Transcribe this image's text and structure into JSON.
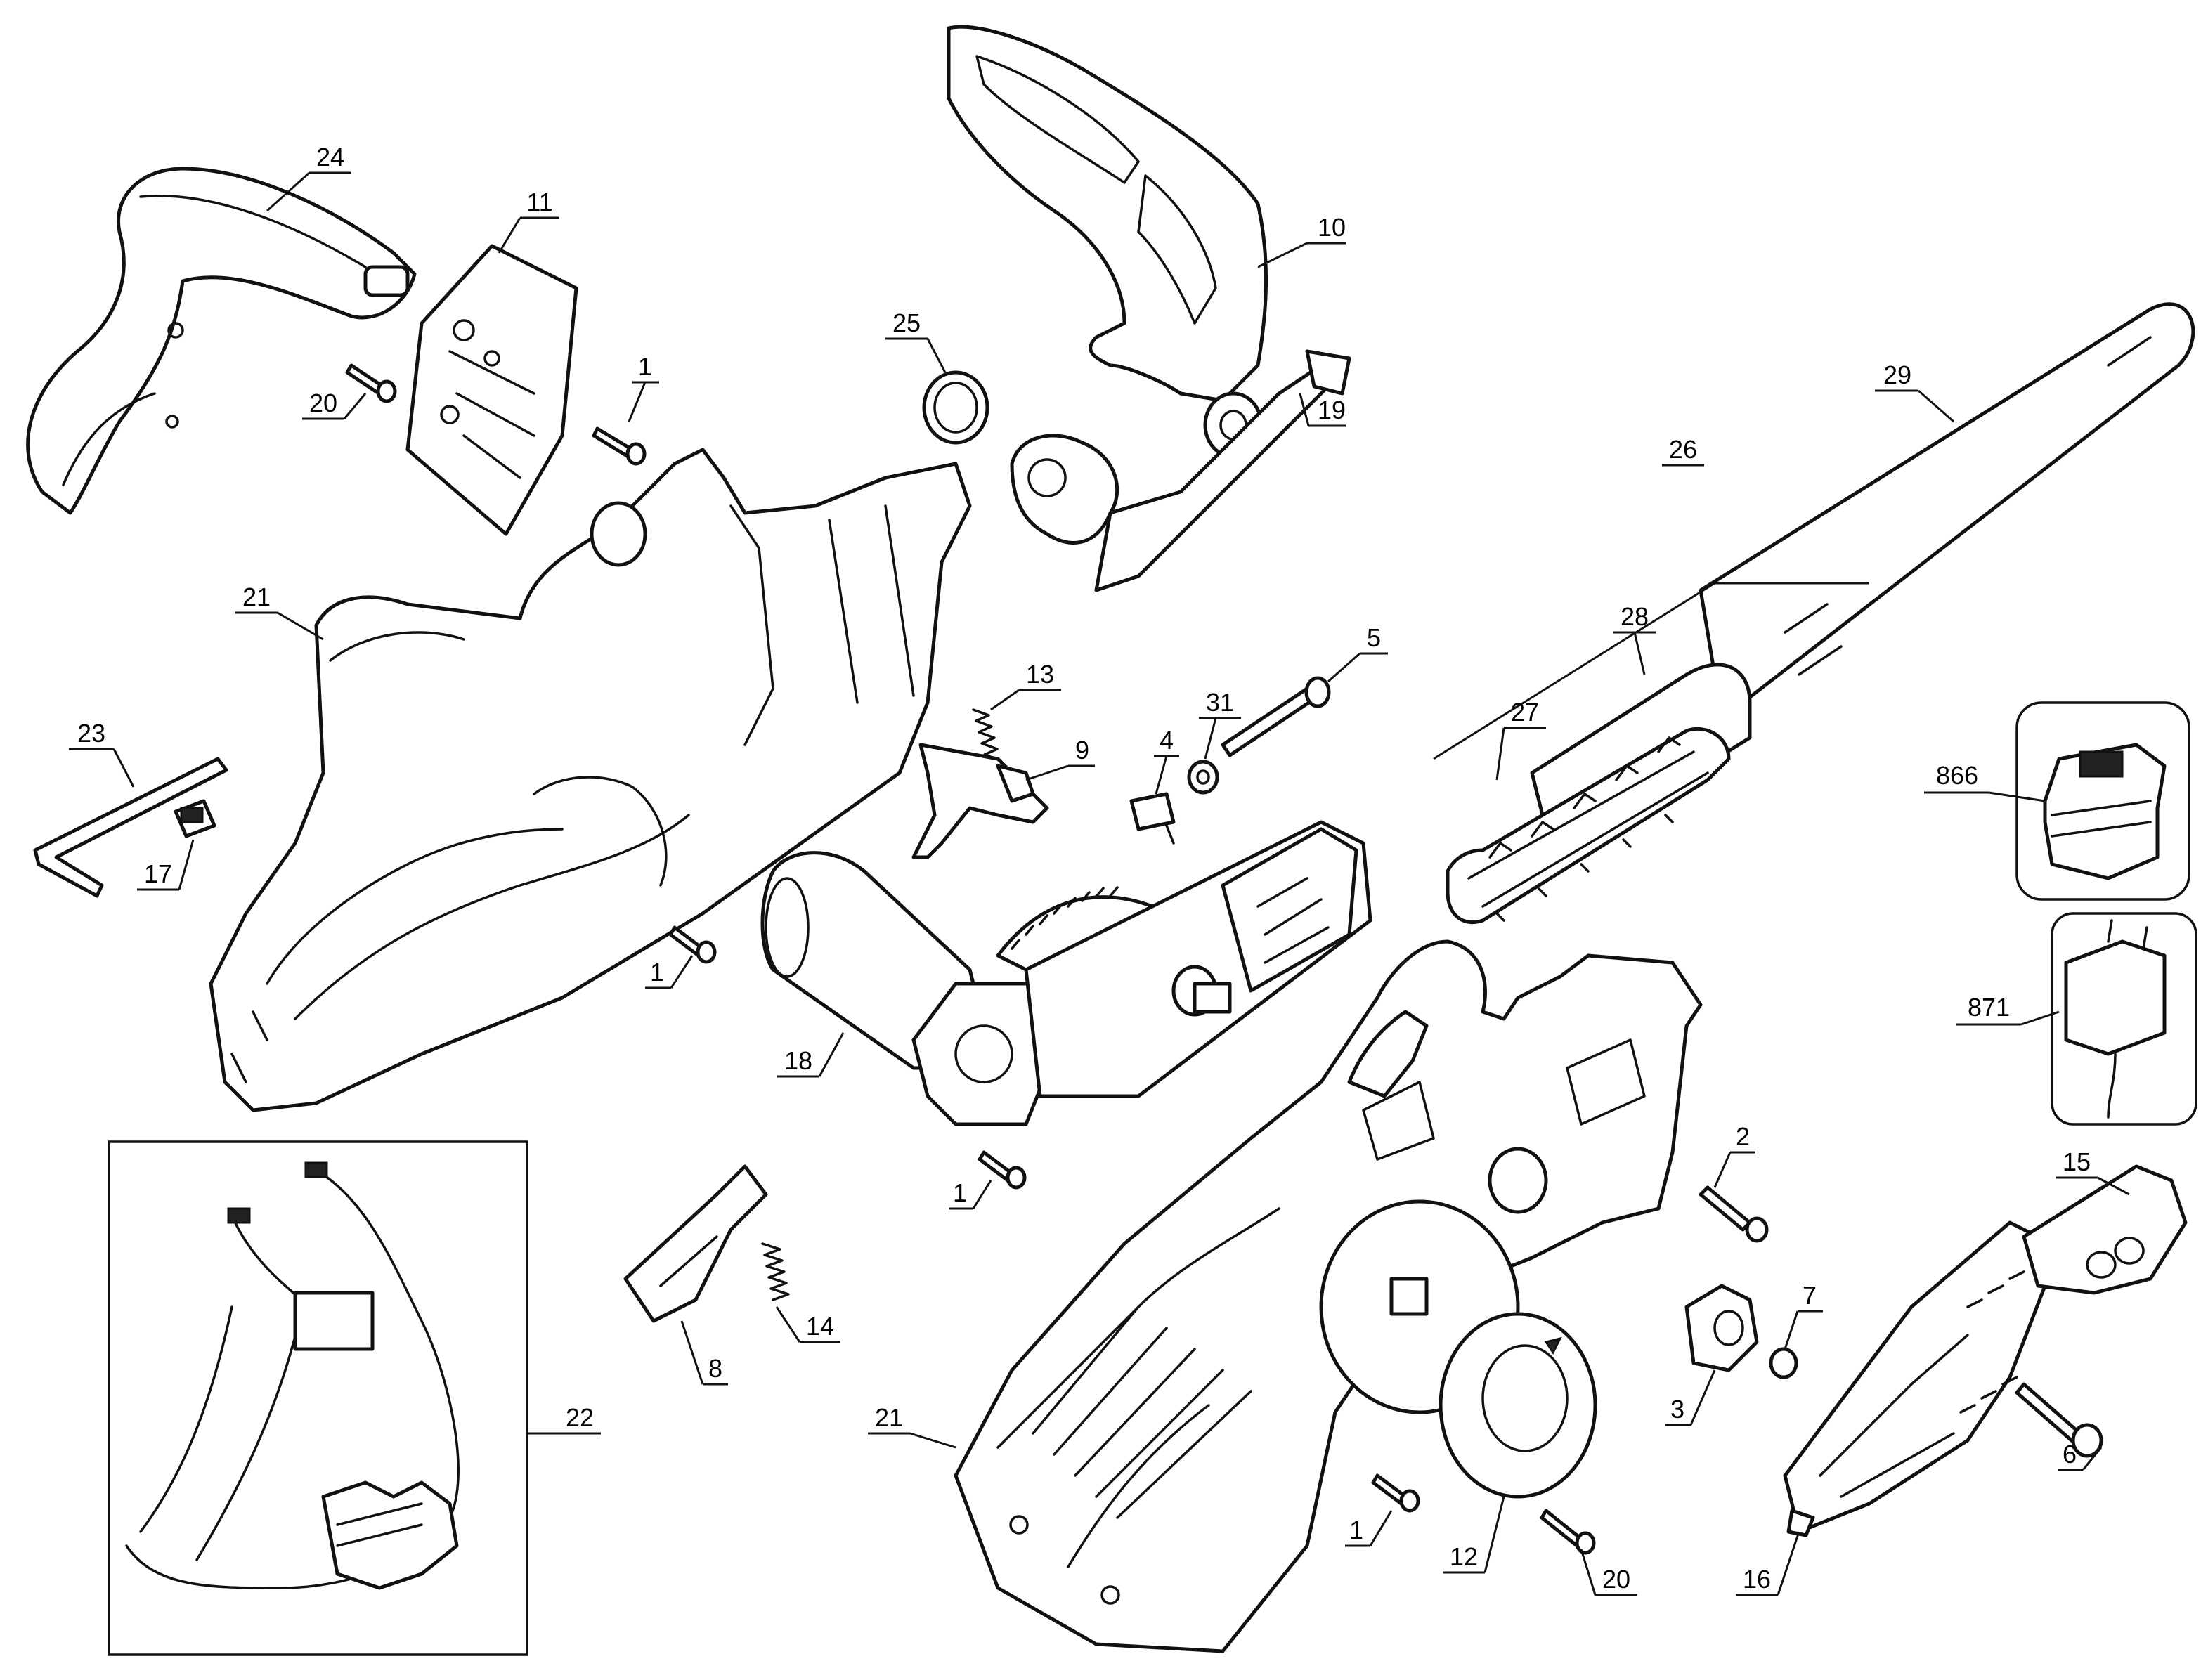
{
  "callouts": {
    "c24": "24",
    "c11": "11",
    "c10": "10",
    "c25": "25",
    "c19": "19",
    "c29": "29",
    "c20a": "20",
    "c1a": "1",
    "c26": "26",
    "c21a": "21",
    "c13": "13",
    "c31": "31",
    "c5": "5",
    "c23": "23",
    "c27": "27",
    "c28": "28",
    "c9": "9",
    "c4": "4",
    "c17": "17",
    "c866": "866",
    "c1b": "1",
    "c18": "18",
    "c871": "871",
    "c1c": "1",
    "c2": "2",
    "c15": "15",
    "c22": "22",
    "c14": "14",
    "c8": "8",
    "c7": "7",
    "c21b": "21",
    "c3": "3",
    "c6": "6",
    "c1d": "1",
    "c12": "12",
    "c20b": "20",
    "c16": "16"
  }
}
